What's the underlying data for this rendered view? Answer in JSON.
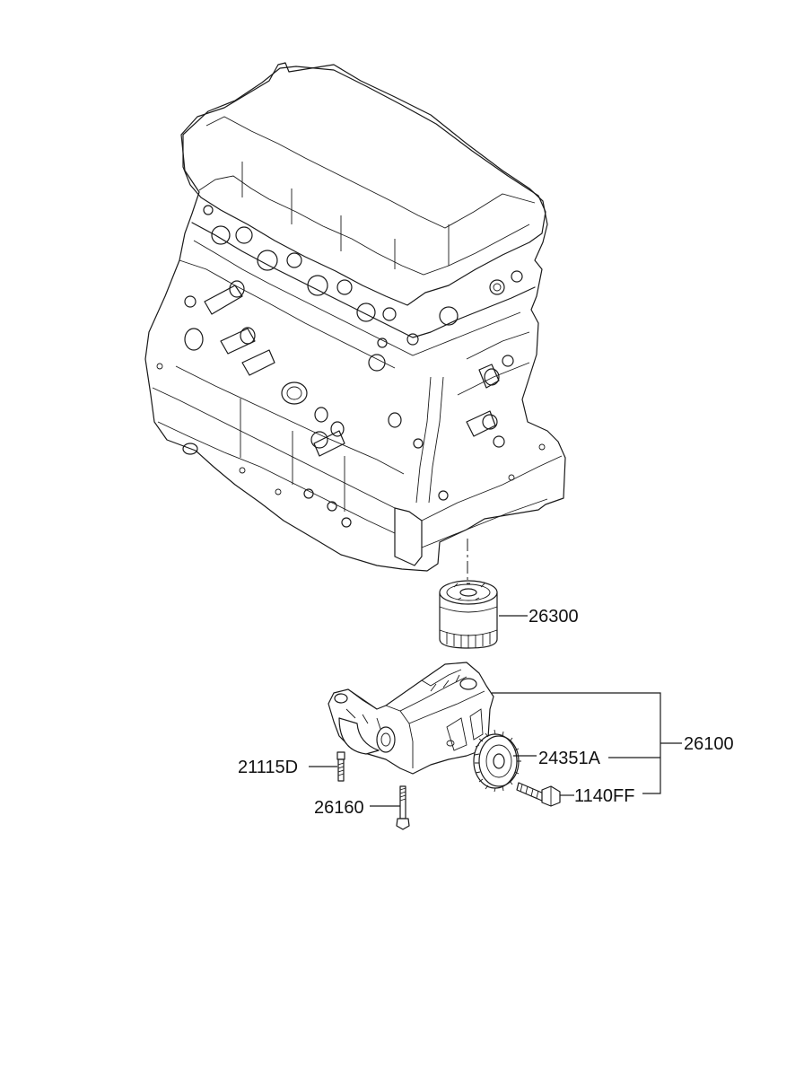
{
  "labels": {
    "oil_filter": "26300",
    "oil_pump_assy": "26100",
    "gear": "24351A",
    "flange_bolt": "1140FF",
    "bolt_a": "21115D",
    "bolt_b": "26160"
  },
  "colors": {
    "line": "#1a1a1a",
    "background": "#ffffff"
  }
}
